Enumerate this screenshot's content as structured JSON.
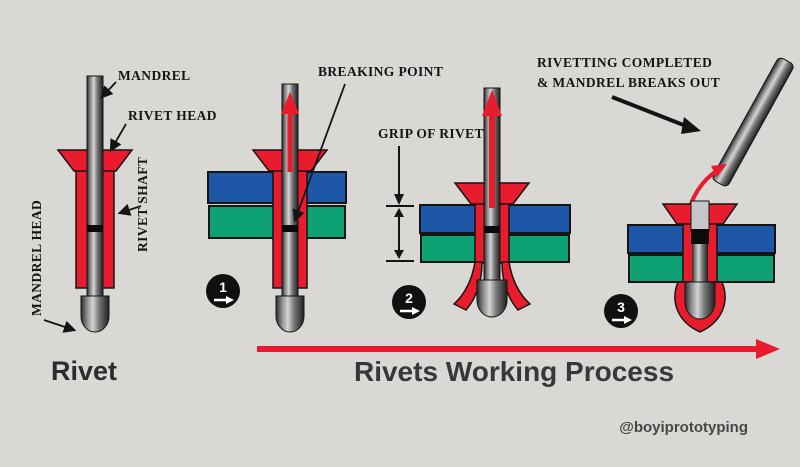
{
  "colors": {
    "background": "#d9d8d5",
    "red": "#e81c2c",
    "blue": "#1e56a8",
    "green": "#0ea173",
    "ink": "#141414",
    "title_text": "#37373c"
  },
  "figure1": {
    "label_mandrel": "MANDREL",
    "label_rivet_head": "RIVET HEAD",
    "label_rivet_shaft": "RIVET SHAFT",
    "label_mandrel_head": "MANDREL HEAD",
    "caption": "Rivet"
  },
  "figure2": {
    "label_breaking_point": "BREAKING POINT",
    "step": "1"
  },
  "figure3": {
    "label_grip": "GRIP OF RIVET",
    "step": "2"
  },
  "figure4": {
    "label_line1": "RIVETTING COMPLETED",
    "label_line2": "& MANDREL BREAKS OUT",
    "step": "3"
  },
  "footer": {
    "title": "Rivets Working Process",
    "watermark": "@boyiprototyping"
  }
}
